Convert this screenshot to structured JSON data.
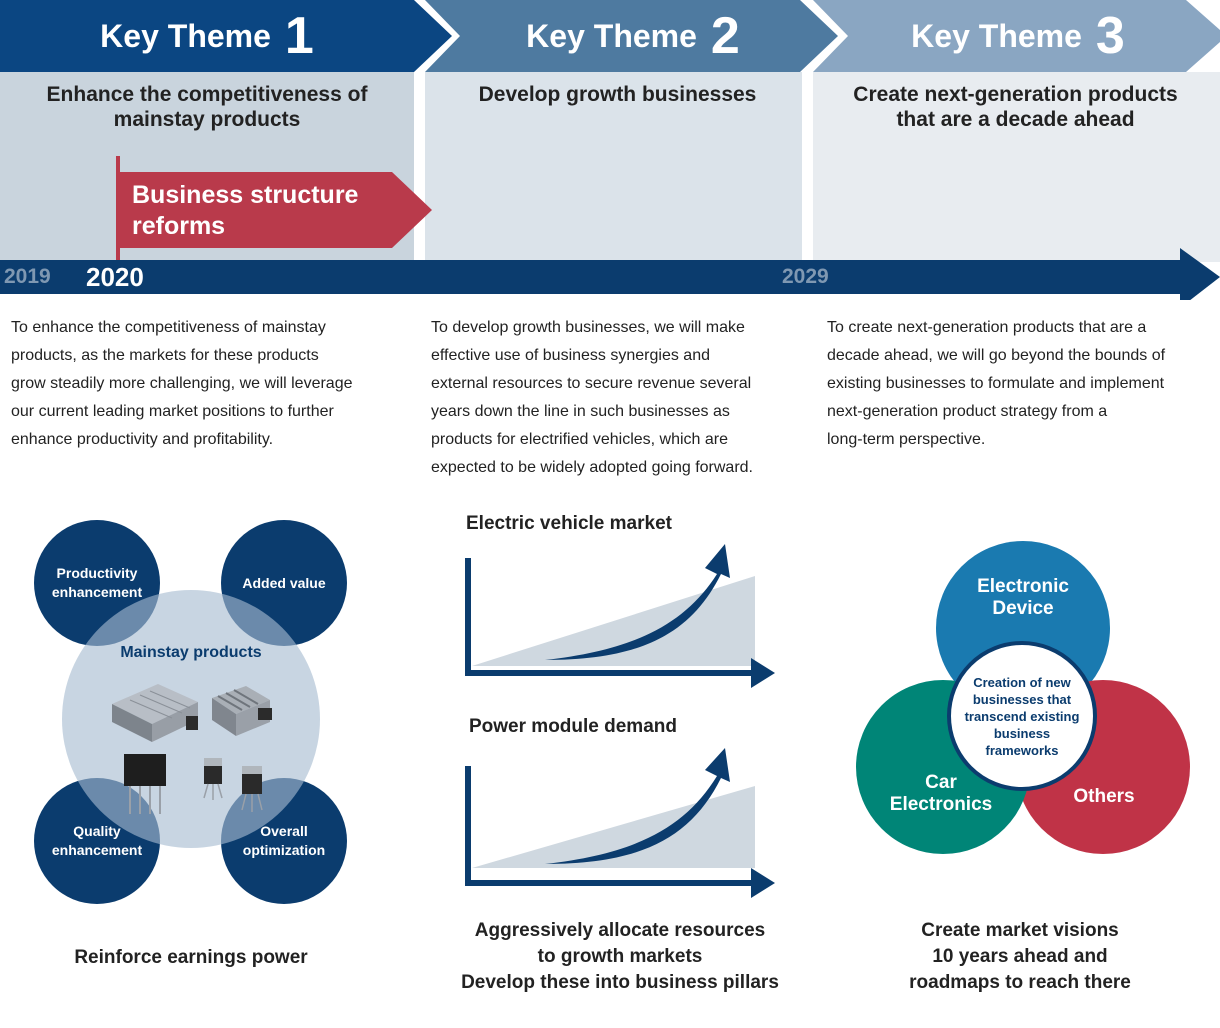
{
  "themes": [
    {
      "label": "Key Theme",
      "number": "1",
      "subtitle": "Enhance the competitiveness of\nmainstay products",
      "description": "To enhance the competitiveness of mainstay\nproducts, as the markets for these products\ngrow steadily more challenging, we will leverage\nour current leading market positions to further\nenhance productivity and profitability."
    },
    {
      "label": "Key Theme",
      "number": "2",
      "subtitle": "Develop growth businesses",
      "description": "To develop growth businesses, we will make\neffective use of business synergies and\nexternal resources to secure revenue several\nyears down the line in such businesses as\nproducts for electrified vehicles, which are\nexpected to be widely adopted going forward."
    },
    {
      "label": "Key Theme",
      "number": "3",
      "subtitle": "Create next-generation products\nthat are a decade ahead",
      "description": "To create next-generation products that are a\ndecade ahead, we will go beyond the bounds of\nexisting businesses to formulate and implement\nnext-generation product strategy from a\nlong-term perspective."
    }
  ],
  "reforms_label": "Business structure\nreforms",
  "timeline": {
    "start": "2019",
    "current": "2020",
    "end": "2029"
  },
  "mainstay": {
    "center": "Mainstay products",
    "satellites": [
      "Productivity\nenhancement",
      "Added value",
      "Quality\nenhancement",
      "Overall\noptimization"
    ],
    "caption": "Reinforce earnings power"
  },
  "growth": {
    "chart1_title": "Electric vehicle market",
    "chart2_title": "Power module demand",
    "caption": "Aggressively allocate resources\nto growth markets\nDevelop these into business pillars"
  },
  "nextgen": {
    "circles": [
      "Electronic\nDevice",
      "Car\nElectronics",
      "Others"
    ],
    "center": "Creation of new\nbusinesses that\ntranscend existing\nbusiness\nframeworks",
    "caption": "Create market visions\n10 years ahead and\nroadmaps to reach there"
  },
  "colors": {
    "navy": "#0b3c6e",
    "theme2": "#4e7aa0",
    "theme3": "#8aa6c2",
    "reforms": "#b93a4b",
    "teal": "#008577",
    "blue": "#1a7ab0",
    "red": "#c03347"
  }
}
